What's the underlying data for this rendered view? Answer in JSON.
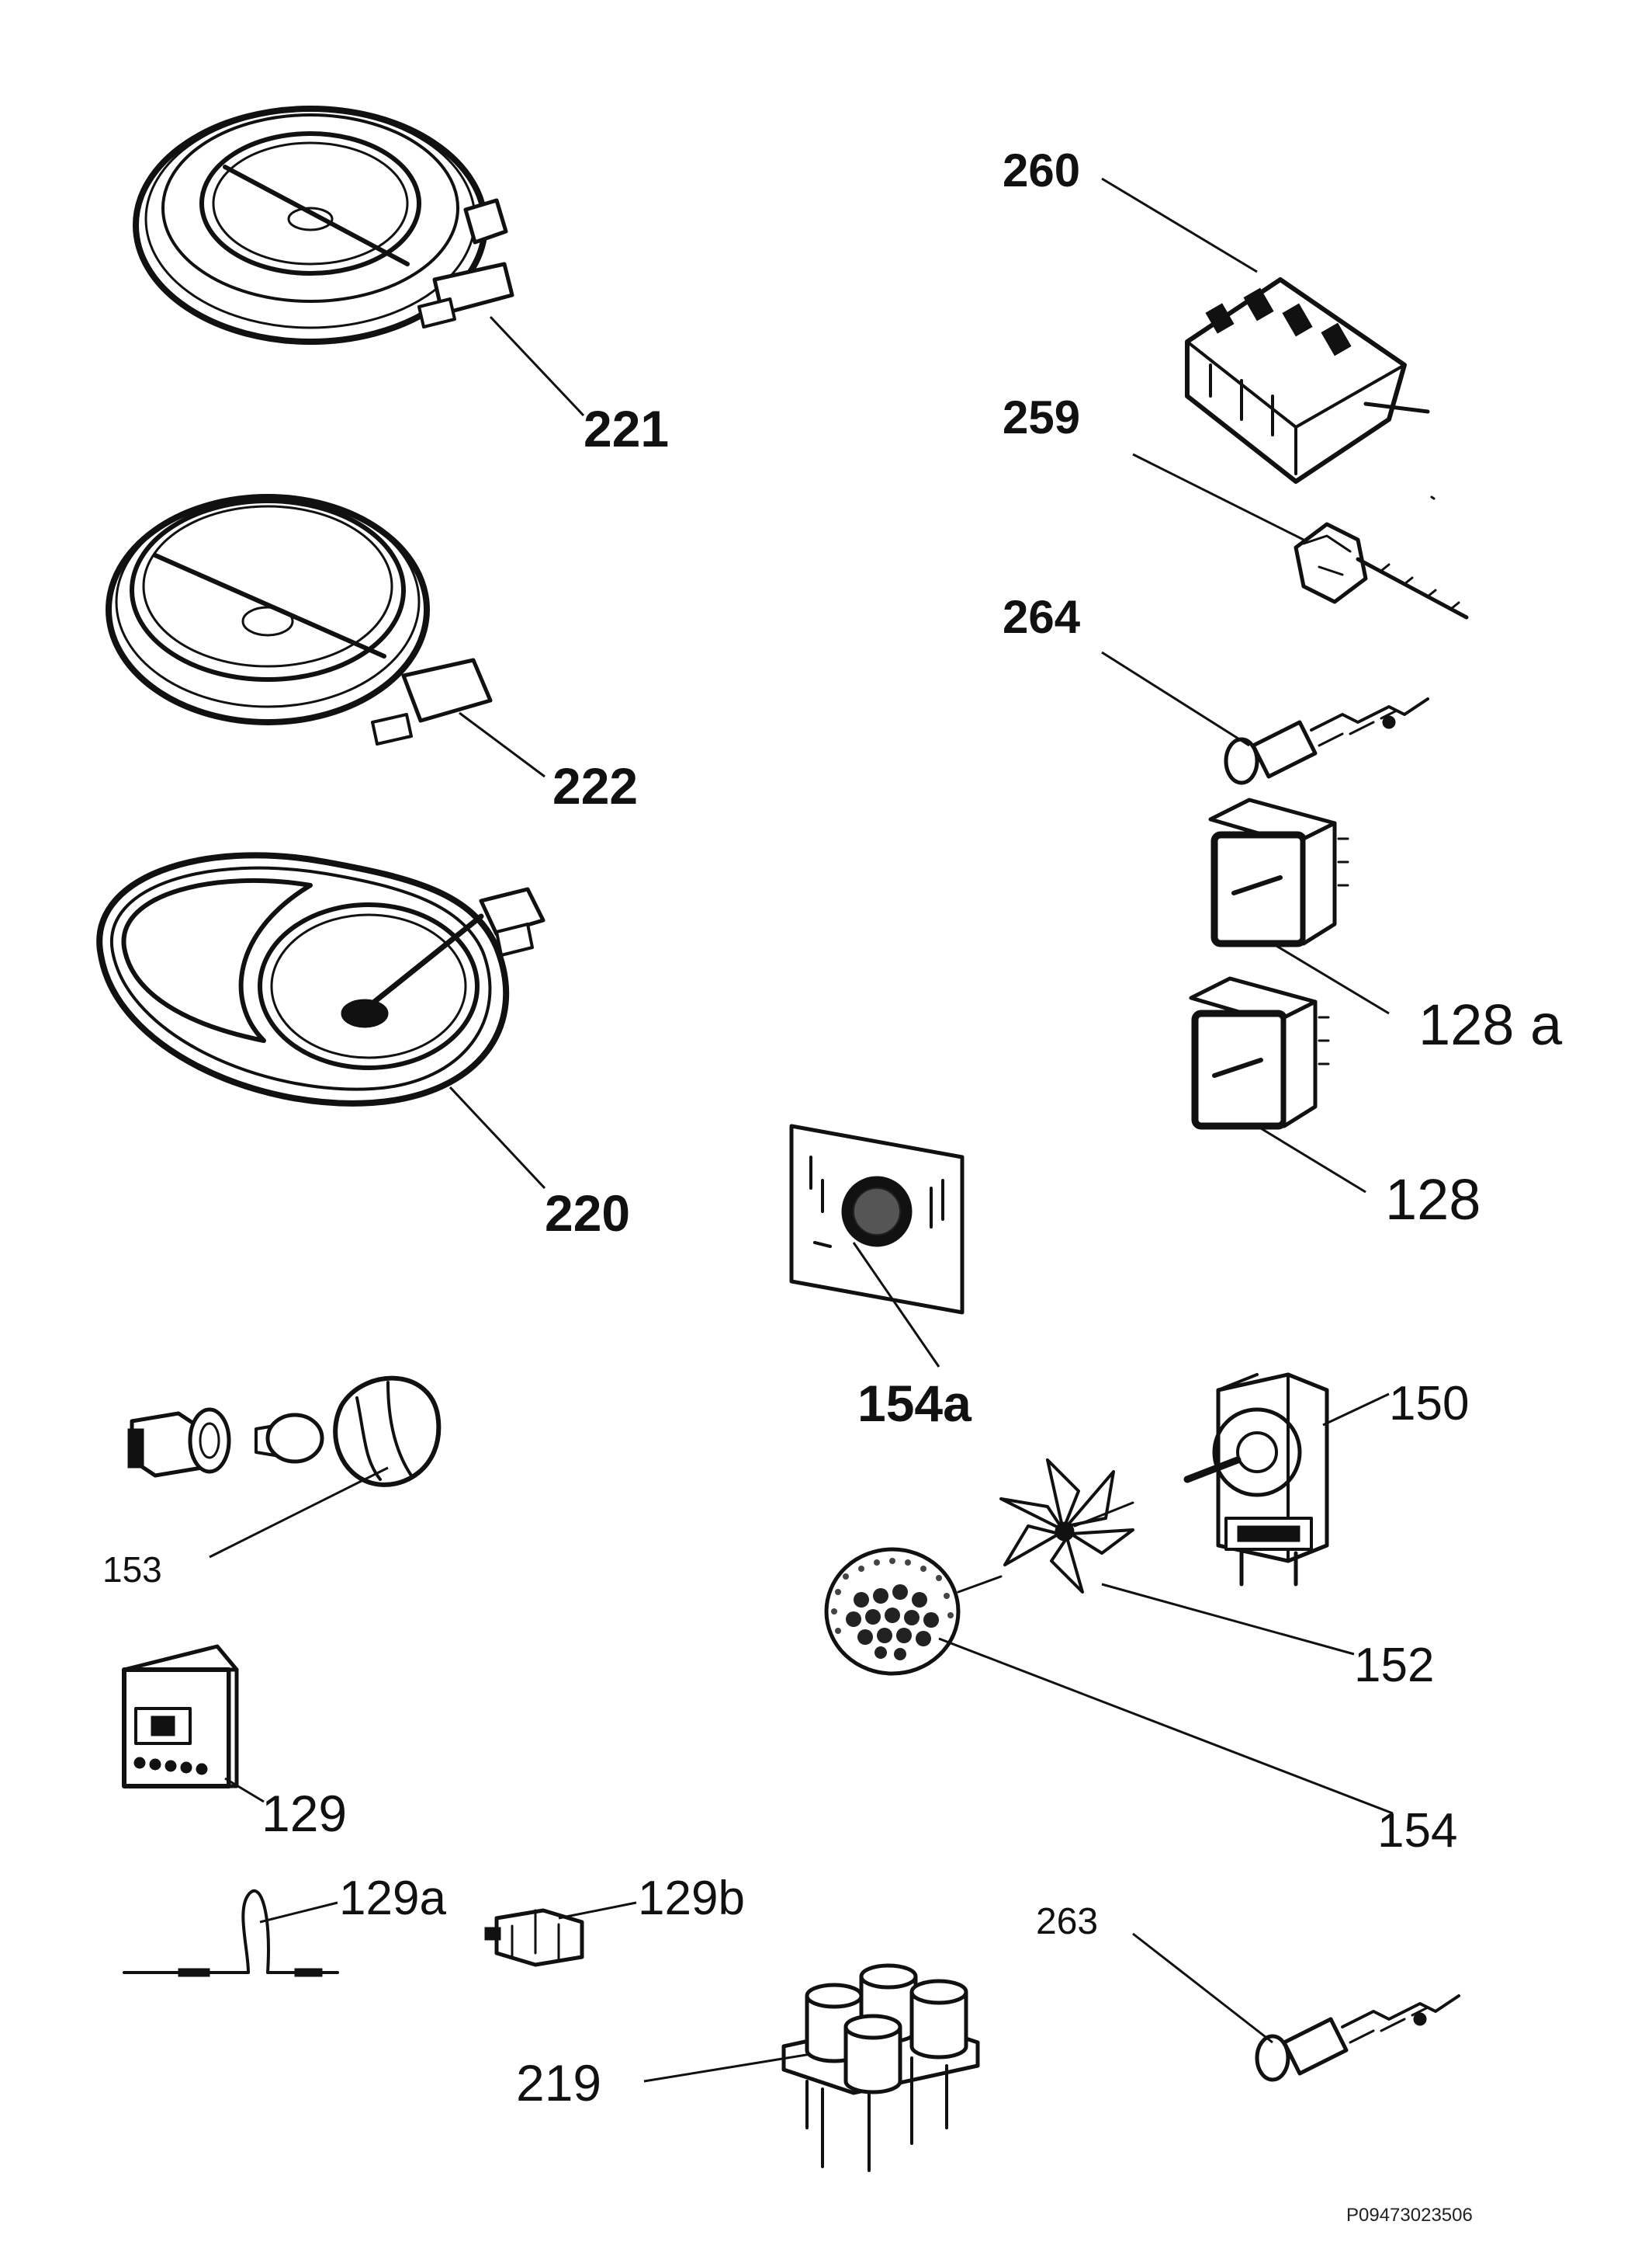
{
  "labels": {
    "p221": "221",
    "p222": "222",
    "p220": "220",
    "p260": "260",
    "p259": "259",
    "p264": "264",
    "p128a": "128 a",
    "p128": "128",
    "p154a": "154a",
    "p150": "150",
    "p152": "152",
    "p154": "154",
    "p153": "153",
    "p129": "129",
    "p129a": "129a",
    "p129b": "129b",
    "p263": "263",
    "p219": "219"
  },
  "reference_code": "P09473023506"
}
